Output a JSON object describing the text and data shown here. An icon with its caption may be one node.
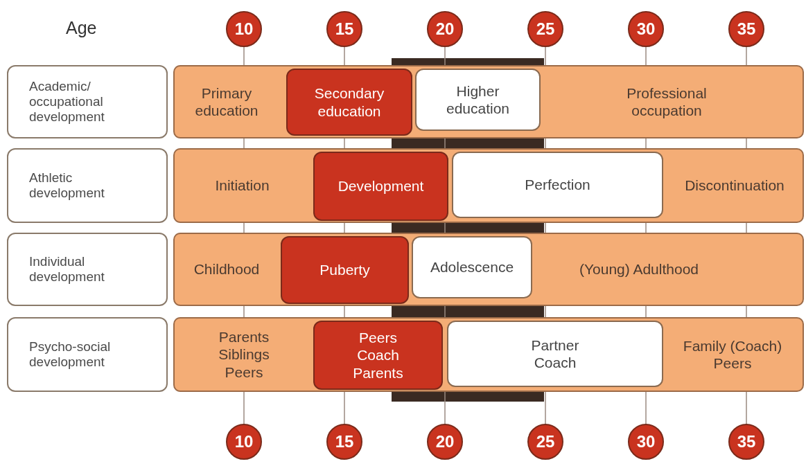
{
  "diagram": {
    "nodes": [
      {
        "text": [
          "10"
        ]
      },
      {
        "text": [
          "15"
        ]
      },
      {
        "text": [
          "20"
        ]
      },
      {
        "text": [
          "25"
        ]
      },
      {
        "text": [
          "30"
        ]
      },
      {
        "text": [
          "35"
        ]
      },
      {
        "text": [
          "Academic/ occupational development"
        ]
      },
      {
        "text": [
          "Primary education",
          "Professional occupation"
        ]
      },
      {
        "text": [
          "Secondary education"
        ],
        "in": 7
      },
      {
        "text": [
          "Higher education"
        ],
        "in": 7
      },
      {
        "text": [
          "Athletic development"
        ]
      },
      {
        "text": [
          "Initiation",
          "Discontinuation"
        ]
      },
      {
        "text": [
          "Development"
        ],
        "in": 11
      },
      {
        "text": [
          "Perfection"
        ],
        "in": 11
      },
      {
        "text": [
          "Individual development"
        ]
      },
      {
        "text": [
          "Childhood",
          "(Young) Adulthood"
        ]
      },
      {
        "text": [
          "Puberty"
        ],
        "in": 15
      },
      {
        "text": [
          "Adolescence"
        ],
        "in": 15
      },
      {
        "text": [
          "Psycho-social development"
        ]
      },
      {
        "text": [
          "Parents Siblings Peers",
          "Family (Coach) Peers"
        ]
      },
      {
        "text": [
          "Peers Coach Parents"
        ],
        "in": 19
      },
      {
        "text": [
          "Partner Coach"
        ],
        "in": 19
      },
      {
        "text": [
          "10"
        ]
      },
      {
        "text": [
          "15"
        ]
      },
      {
        "text": [
          "20"
        ]
      },
      {
        "text": [
          "25"
        ]
      },
      {
        "text": [
          "30"
        ]
      },
      {
        "text": [
          "35"
        ]
      }
    ],
    "labels": [
      "Age"
    ]
  }
}
